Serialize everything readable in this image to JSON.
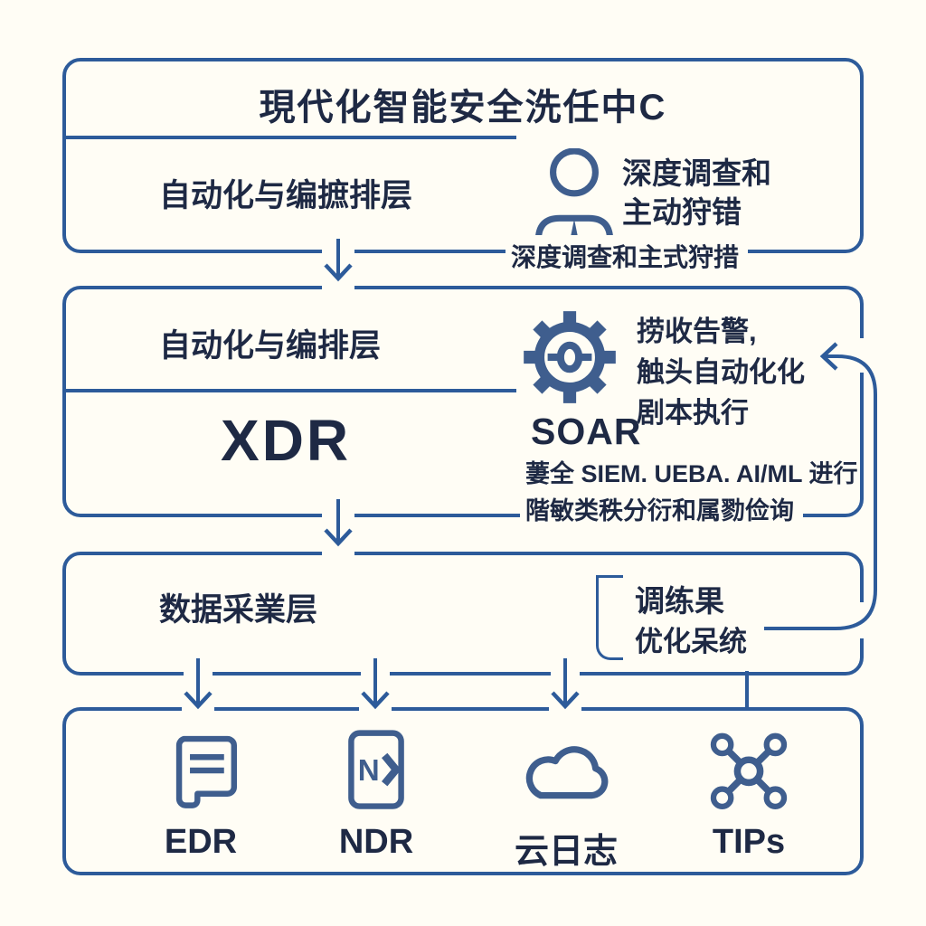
{
  "palette": {
    "background": "#fffdf5",
    "line_blue": "#2d5b9a",
    "text_navy": "#1e2944",
    "icon_blue": "#3f5e8e"
  },
  "soc": {
    "title": "現代化智能安全洗任中C",
    "automation_label": "自动化与编摭排层",
    "analyst_icon": "person-analyst-icon",
    "investigation_line1": "深度调查和",
    "investigation_line2": "主动狩错",
    "caption": "深度调查和主式狩措"
  },
  "orchestration": {
    "label": "自动化与编排层",
    "xdr": "XDR",
    "soar": "SOAR",
    "soar_icon": "gear-icon",
    "alert_line1": "捞收告警,",
    "alert_line2": "触头自动化化",
    "alert_line3": "剧本执行",
    "siem_line1": "萋全 SIEM. UEBA. AI/ML 进行",
    "siem_line2": "階敏类秩分衍和属勠俭询",
    "feedback_arrow_icon": "feedback-loop-arrow"
  },
  "data_layer": {
    "label": "数据采業层",
    "feedback_line1": "调练果",
    "feedback_line2": "优化呆统"
  },
  "sources": {
    "items": [
      {
        "label": "EDR",
        "icon": "document-lines-icon"
      },
      {
        "label": "NDR",
        "icon": "n-chevron-square-icon",
        "icon_letter": "N"
      },
      {
        "label": "云日志",
        "icon": "cloud-icon"
      },
      {
        "label": "TIPs",
        "icon": "network-nodes-icon"
      }
    ]
  }
}
